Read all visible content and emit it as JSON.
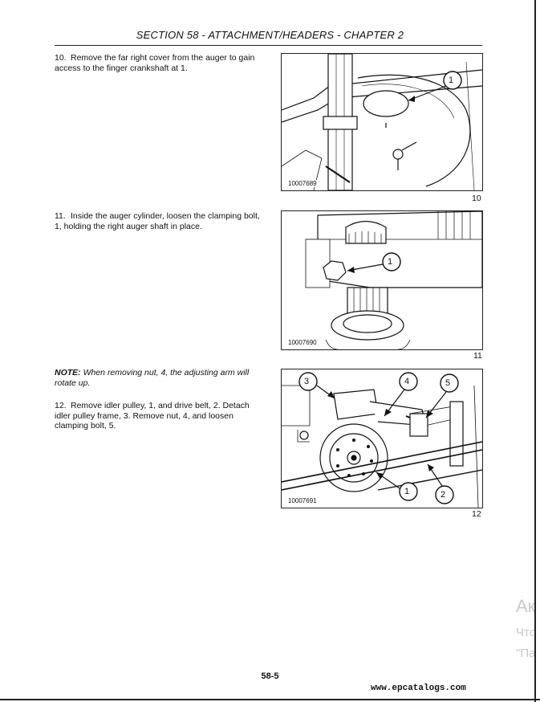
{
  "header": {
    "title": "SECTION 58 - ATTACHMENT/HEADERS - CHAPTER 2"
  },
  "steps": [
    {
      "number": "10.",
      "text": "Remove the far right cover from the auger to gain access to the finger crankshaft at 1."
    },
    {
      "number": "11.",
      "text": "Inside the auger cylinder, loosen the clamping bolt, 1, holding the right auger shaft in place."
    },
    {
      "number": "12.",
      "text": "Remove idler pulley, 1, and drive belt, 2. Detach idler pulley frame, 3. Remove nut, 4, and loosen clamping bolt, 5."
    }
  ],
  "note": {
    "label": "NOTE:",
    "text": "When removing nut, 4, the adjusting arm will rotate up."
  },
  "figures": [
    {
      "id": "10007689",
      "number": "10",
      "callouts": [
        "1"
      ]
    },
    {
      "id": "10007690",
      "number": "11",
      "callouts": [
        "1"
      ]
    },
    {
      "id": "10007691",
      "number": "12",
      "callouts": [
        "3",
        "4",
        "5",
        "1",
        "2"
      ]
    }
  ],
  "footer": {
    "page": "58-5",
    "site": "www.epcatalogs.com"
  },
  "watermark": {
    "line1": "Ак",
    "line2": "Что",
    "line3": "\"Па"
  }
}
